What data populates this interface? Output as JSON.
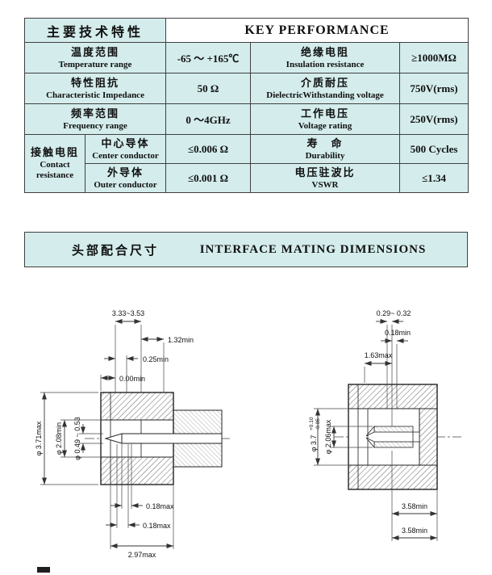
{
  "colors": {
    "panel_bg": "#d4ecec",
    "border": "#3f3f3f",
    "text": "#101010"
  },
  "spec_table": {
    "title_zh": "主要技术特性",
    "title_en": "KEY PERFORMANCE",
    "rows": [
      {
        "l_zh": "温度范围",
        "l_en": "Temperature range",
        "val": "-65 ～ +165℃",
        "r_zh": "绝缘电阻",
        "r_en": "Insulation resistance",
        "rval": "≥1000MΩ"
      },
      {
        "l_zh": "特性阻抗",
        "l_en": "Characteristic Impedance",
        "val": "50 Ω",
        "r_zh": "介质耐压",
        "r_en": "DielectricWithstanding voltage",
        "rval": "750V(rms)"
      },
      {
        "l_zh": "频率范围",
        "l_en": "Frequency range",
        "val": "0 ～4GHz",
        "r_zh": "工作电压",
        "r_en": "Voltage rating",
        "rval": "250V(rms)"
      },
      {
        "g_zh": "接触电阻",
        "g_en": "Contact resistance",
        "l_zh": "中心导体",
        "l_en": "Center conductor",
        "val": "≤0.006 Ω",
        "r_zh": "寿　命",
        "r_en": "Durability",
        "rval": "500 Cycles"
      },
      {
        "l_zh": "外导体",
        "l_en": "Outer conductor",
        "val": "≤0.001 Ω",
        "r_zh": "电压驻波比",
        "r_en": "VSWR",
        "rval": "≤1.34"
      }
    ]
  },
  "section": {
    "title_zh": "头部配合尺寸",
    "title_en": "INTERFACE MATING DIMENSIONS"
  },
  "left_drawing": {
    "dims": {
      "top1": "3.33~3.53",
      "top2": "1.32min",
      "top3": "0.25min",
      "top4": "0.00min",
      "side1": "φ 3.71max",
      "side2": "φ 2.08min",
      "side3": "φ 0.49 ~ 0.53",
      "bottom1": "0.18max",
      "bottom2": "0.18max",
      "bottom3": "2.97max"
    }
  },
  "right_drawing": {
    "dims": {
      "top1": "0.29~ 0.32",
      "top2": "0.18min",
      "top3": "1.63max",
      "side1_main": "φ 3.7",
      "side1_tol_up": "+0.10",
      "side1_tol_dn": "-0.05",
      "side2": "φ 2.06max",
      "bottom1": "3.58min",
      "bottom2": "3.58min"
    }
  }
}
